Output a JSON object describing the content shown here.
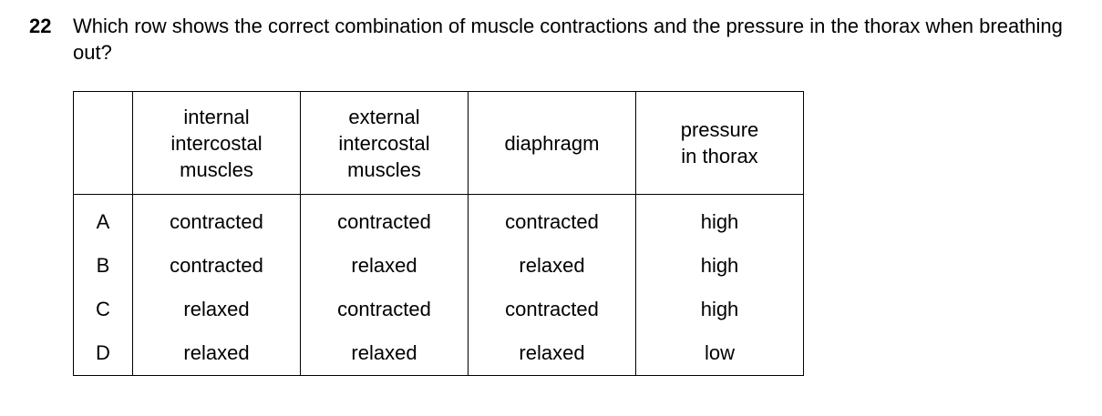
{
  "question": {
    "number": "22",
    "text": "Which row shows the correct combination of muscle contractions and the pressure in the thorax when breathing out?"
  },
  "table": {
    "headers": [
      "internal\nintercostal\nmuscles",
      "external\nintercostal\nmuscles",
      "diaphragm",
      "pressure\nin thorax"
    ],
    "rows": [
      {
        "letter": "A",
        "cells": [
          "contracted",
          "contracted",
          "contracted",
          "high"
        ]
      },
      {
        "letter": "B",
        "cells": [
          "contracted",
          "relaxed",
          "relaxed",
          "high"
        ]
      },
      {
        "letter": "C",
        "cells": [
          "relaxed",
          "contracted",
          "contracted",
          "high"
        ]
      },
      {
        "letter": "D",
        "cells": [
          "relaxed",
          "relaxed",
          "relaxed",
          "low"
        ]
      }
    ]
  }
}
